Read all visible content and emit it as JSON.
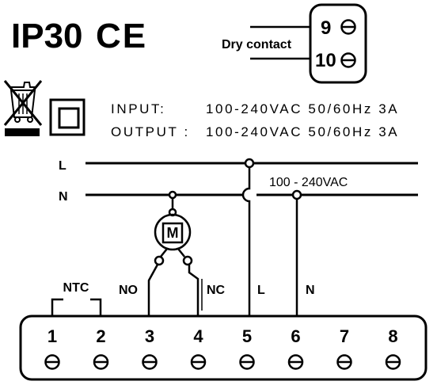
{
  "header": {
    "rating": "IP30",
    "ce_mark": "CE"
  },
  "dry_contact": {
    "label": "Dry contact",
    "terminals": [
      "9",
      "10"
    ]
  },
  "symbols": {
    "weee": "crossed-out-wheelie-bin-icon",
    "class2": "double-insulation-icon"
  },
  "specs": [
    {
      "label": "INPUT:",
      "value": "100-240VAC  50/60Hz  3A"
    },
    {
      "label": "OUTPUT :",
      "value": "100-240VAC  50/60Hz  3A"
    }
  ],
  "lines": {
    "live": "L",
    "neutral": "N",
    "supply": "100 - 240VAC"
  },
  "motor_label": "M",
  "wire_labels": {
    "ntc": "NTC",
    "no": "NO",
    "nc": "NC",
    "l": "L",
    "n": "N"
  },
  "terminal_block": {
    "numbers": [
      "1",
      "2",
      "3",
      "4",
      "5",
      "6",
      "7",
      "8"
    ]
  }
}
